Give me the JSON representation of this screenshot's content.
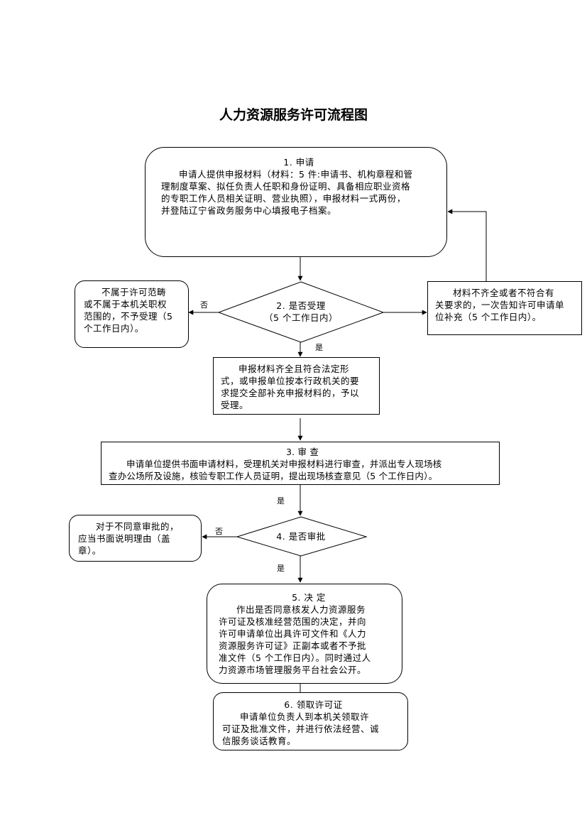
{
  "title": "人力资源服务许可流程图",
  "steps": {
    "apply": {
      "heading": "1. 申请",
      "lines": [
        "申请人提供申报材料（材料：5 件:申请书、机构章程和管",
        "理制度草案、拟任负责人任职和身份证明、具备相应职业资格",
        "的专职工作人员相关证明、营业执照），申报材料一式两份，",
        "并登陆辽宁省政务服务中心填报电子档案。"
      ]
    },
    "accept_decision": {
      "line1": "2. 是否受理",
      "line2": "（5 个工作日内）"
    },
    "not_in_scope": {
      "lines": [
        "不属于许可范畴",
        "或不属于本机关职权",
        "范围的，不予受理（5",
        "个工作日内）。"
      ]
    },
    "incomplete": {
      "lines": [
        "材料不齐全或者不符合有",
        "关要求的，一次告知许可申请单",
        "位补充（5 个工作日内）。"
      ]
    },
    "accepted": {
      "lines": [
        "申报材料齐全且符合法定形",
        "式，或申报单位按本行政机关的要",
        "求提交全部补充申报材料的，予以",
        "受理。"
      ]
    },
    "review": {
      "heading": "3. 审 查",
      "lines": [
        "申请单位提供书面申请材料，受理机关对申报材料进行审查，并派出专人现场核",
        "查办公场所及设施，核验专职工作人员证明，提出现场核查意见（5 个工作日内）。"
      ]
    },
    "approve_decision": {
      "label": "4. 是否审批"
    },
    "disapprove": {
      "lines": [
        "对于不同意审批的，",
        "应当书面说明理由（盖",
        "章）。"
      ]
    },
    "decide": {
      "heading": "5. 决 定",
      "lines": [
        "作出是否同意核发人力资源服务",
        "许可证及核准经营范围的决定，并向",
        "许可申请单位出具许可文件和《人力",
        "资源服务许可证》正副本或者不予批",
        "准文件（5 个工作日内）。同时通过人",
        "力资源市场管理服务平台社会公开。"
      ]
    },
    "collect": {
      "heading": "6. 领取许可证",
      "lines": [
        "申请单位负责人到本机关领取许",
        "可证及批准文件，并进行依法经营、诚",
        "信服务谈话教育。"
      ]
    }
  },
  "edge_labels": {
    "no_accept": "否",
    "yes_accept": "是",
    "yes_review": "是",
    "no_approve": "否",
    "yes_approve": "是"
  }
}
